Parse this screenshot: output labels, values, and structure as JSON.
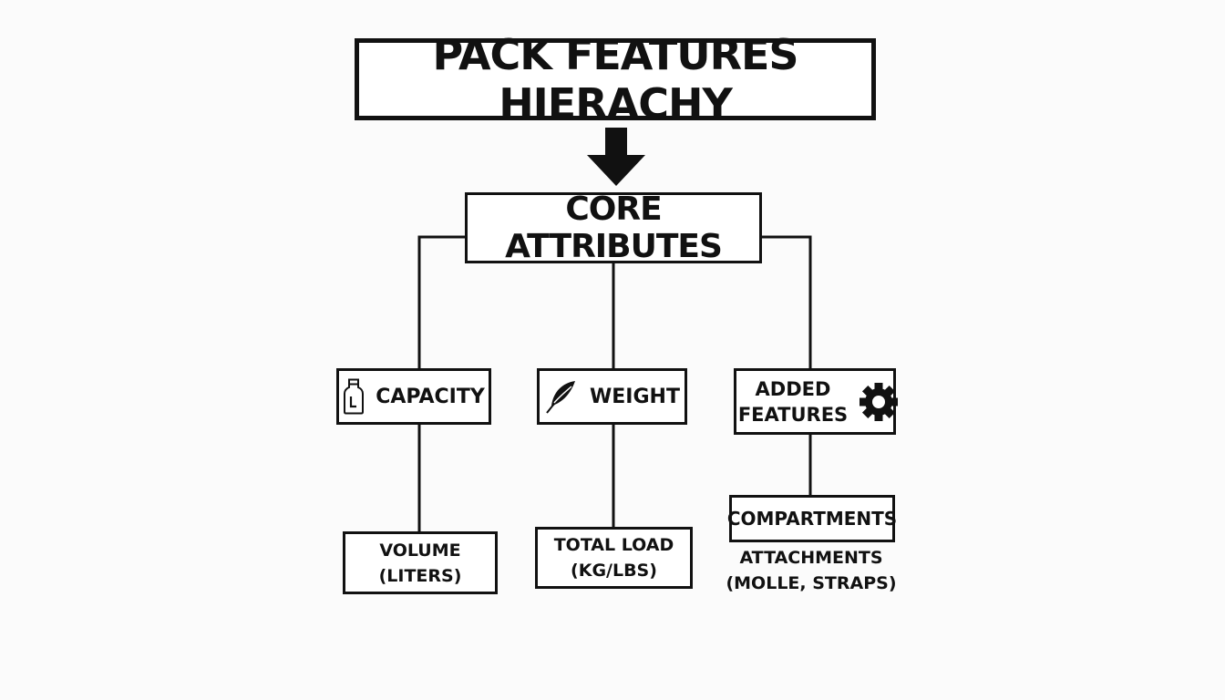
{
  "title": "PACK FEATURES HIERACHY",
  "root": "CORE ATTRIBUTES",
  "branches": [
    {
      "label": "CAPACITY",
      "icon": "bottle-icon",
      "child": "VOLUME\n(LITERS)"
    },
    {
      "label": "WEIGHT",
      "icon": "feather-icon",
      "child": "TOTAL LOAD\n(KG/LBS)"
    },
    {
      "label": "ADDED\nFEATURES",
      "icon": "gear-icon",
      "children": [
        "COMPARTMENTS",
        "ATTACHMENTS\n(MOLLE, STRAPS)"
      ]
    }
  ],
  "colors": {
    "line": "#111111",
    "background": "#fbfbfb"
  }
}
